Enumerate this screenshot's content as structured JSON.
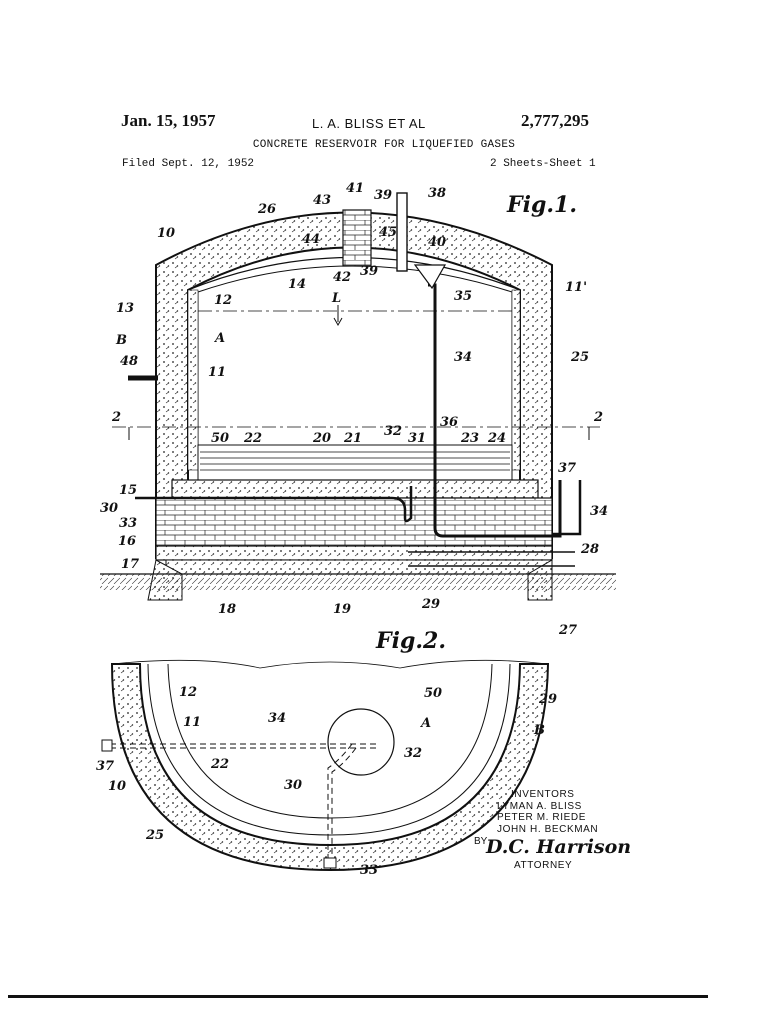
{
  "header": {
    "date": "Jan. 15, 1957",
    "inventors_short": "L. A. BLISS ET AL",
    "patent_number": "2,777,295",
    "title": "CONCRETE RESERVOIR FOR LIQUEFIED GASES",
    "filed": "Filed Sept. 12, 1952",
    "sheets": "2 Sheets-Sheet 1"
  },
  "figures": {
    "fig1": "Fig.1.",
    "fig2": "Fig.2."
  },
  "fig1_labels": {
    "l10": "10",
    "l26": "26",
    "l43": "43",
    "l41": "41",
    "l39a": "39",
    "l38": "38",
    "l44": "44",
    "l45": "45",
    "l40": "40",
    "l14": "14",
    "l42": "42",
    "l39b": "39",
    "l35": "35",
    "l12": "12",
    "l13": "13",
    "lL": "L",
    "l11p": "11'",
    "lB": "B",
    "lA": "A",
    "l48": "48",
    "l11": "11",
    "l34a": "34",
    "l25": "25",
    "l2a": "2",
    "l2b": "2",
    "l36": "36",
    "l50": "50",
    "l22": "22",
    "l20": "20",
    "l21": "21",
    "l32": "32",
    "l31": "31",
    "l23": "23",
    "l24": "24",
    "l37": "37",
    "l15": "15",
    "l30": "30",
    "l33": "33",
    "l34b": "34",
    "l16": "16",
    "l28": "28",
    "l17": "17",
    "l18": "18",
    "l19": "19",
    "l29": "29",
    "l27": "27"
  },
  "fig2_labels": {
    "l12": "12",
    "l50": "50",
    "l29": "29",
    "l11": "11",
    "l34": "34",
    "lA": "A",
    "lB": "B",
    "l37": "37",
    "l22": "22",
    "l32": "32",
    "l10": "10",
    "l30": "30",
    "l25": "25",
    "l33": "33"
  },
  "inventors": {
    "heading": "INVENTORS",
    "names": [
      "LYMAN A. BLISS",
      "PETER M. RIEDE",
      "JOHN H. BECKMAN"
    ],
    "by": "BY",
    "signature": "D.C. Harrison",
    "attorney": "ATTORNEY"
  }
}
